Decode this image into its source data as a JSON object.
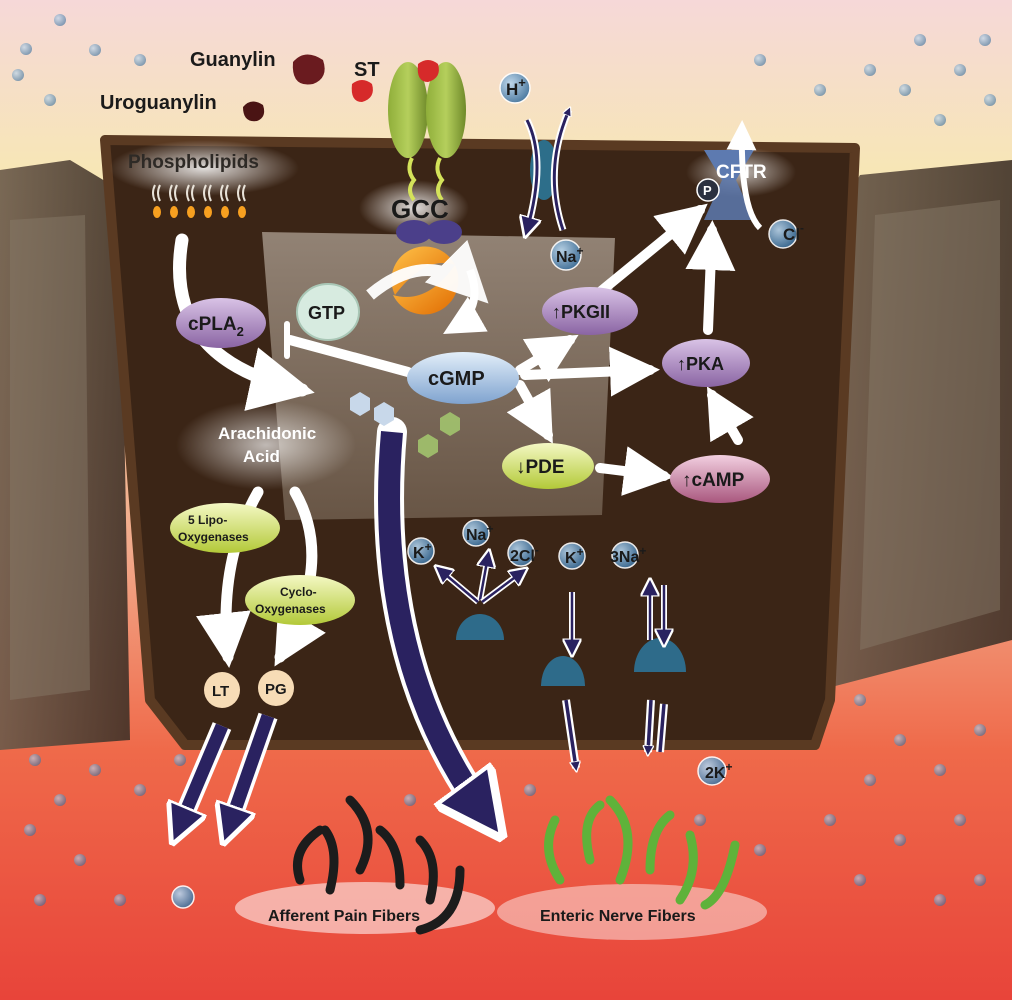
{
  "ligands": {
    "guanylin": "Guanylin",
    "uroguanylin": "Uroguanylin",
    "st": "ST"
  },
  "membrane": {
    "phospholipids": "Phospholipids",
    "gcc": "GCC",
    "cftr": "CFTR",
    "p": "P",
    "cl": "Cl",
    "cl_sup": "-"
  },
  "ions": {
    "h": "H",
    "h_sup": "+",
    "na_top": "Na",
    "na_top_sup": "+",
    "k1": "K",
    "k1_sup": "+",
    "na2": "Na",
    "na2_sup": "+",
    "cl2": "2Cl",
    "cl2_sup": "-",
    "k2": "K",
    "k2_sup": "+",
    "na3": "3Na",
    "na3_sup": "+",
    "k_out": "2K",
    "k_out_sup": "+"
  },
  "molecules": {
    "gtp": "GTP",
    "cpla2": "cPLA",
    "cpla2_sub": "2",
    "cgmp": "cGMP",
    "pkgii": "↑PKGII",
    "pka": "↑PKA",
    "pde": "↓PDE",
    "camp": "↑cAMP",
    "arachidonic_1": "Arachidonic",
    "arachidonic_2": "Acid",
    "lipo_1": "5 Lipo-",
    "lipo_2": "Oxygenases",
    "cyclo_1": "Cyclo-",
    "cyclo_2": "Oxygenases",
    "lt": "LT",
    "pg": "PG"
  },
  "fibers": {
    "afferent": "Afferent Pain Fibers",
    "enteric": "Enteric Nerve Fibers"
  },
  "colors": {
    "cell": "#3b2516",
    "cell_border": "#5a3a22",
    "purple_pill": "#9b7bb0",
    "green_pill": "#c9dc5a",
    "blue_pill": "#8fb3d8",
    "arrow_navy": "#2a2260",
    "ion_blue": "#3f7fb0"
  }
}
